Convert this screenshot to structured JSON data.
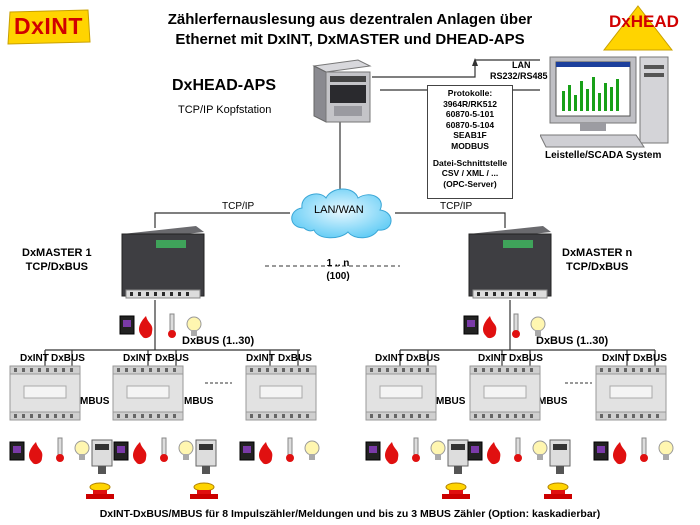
{
  "header": {
    "title_line1": "Zählerfernauslesung aus dezentralen Anlagen  über",
    "title_line2": "Ethernet mit DxINT, DxMASTER und DHEAD-APS"
  },
  "logos": {
    "left": "DxINT",
    "right": "DxHEAD"
  },
  "head_station": {
    "name": "DxHEAD-APS",
    "subtitle": "TCP/IP Kopfstation"
  },
  "links": {
    "lan": "LAN",
    "rs": "RS232/RS485"
  },
  "protocols": {
    "title": "Protokolle:",
    "items": [
      "3964R/RK512",
      "60870-5-101",
      "60870-5-104",
      "SEAB1F",
      "MODBUS"
    ],
    "file_title": "Datei-Schnittstelle",
    "file_line1": "CSV / XML / ...",
    "file_line2": "(OPC-Server)"
  },
  "scada": {
    "label": "Leistelle/SCADA System"
  },
  "network": {
    "cloud": "LAN/WAN",
    "tcp_left": "TCP/IP",
    "tcp_right": "TCP/IP",
    "range": "1 .. n",
    "range_count": "(100)"
  },
  "masters": {
    "left_name": "DxMASTER 1",
    "left_bus": "TCP/DxBUS",
    "right_name": "DxMASTER n",
    "right_bus": "TCP/DxBUS"
  },
  "bus": {
    "left": "DxBUS (1..30)",
    "right": "DxBUS (1..30)"
  },
  "module_labels": {
    "dxint": "DxINT",
    "dxbus": "DxBUS",
    "mbus": "MBUS"
  },
  "footer": {
    "text": "DxINT-DxBUS/MBUS für 8 Impulszähler/Meldungen und bis zu 3 MBUS Zähler (Option: kaskadierbar)"
  }
}
